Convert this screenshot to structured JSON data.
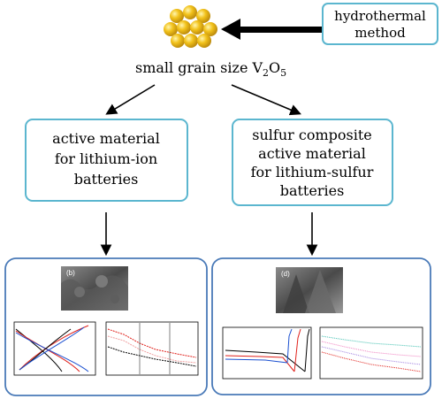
{
  "top": {
    "method_line1": "hydrothermal",
    "method_line2": "method",
    "product_prefix": "small grain size  V",
    "product_sub1": "2",
    "product_mid": "O",
    "product_sub2": "5"
  },
  "left_branch": {
    "line1": "active material",
    "line2": "for lithium-ion",
    "line3": "batteries",
    "sem_label": "(b)"
  },
  "right_branch": {
    "line1": "sulfur composite",
    "line2": "active material",
    "line3": "for lithium-sulfur",
    "line4": "batteries",
    "sem_label": "(d)"
  },
  "colors": {
    "box_border": "#5bb6cf",
    "panel_border": "#4a7ab8",
    "sphere": "#f2c21b",
    "arrow": "#000000"
  }
}
